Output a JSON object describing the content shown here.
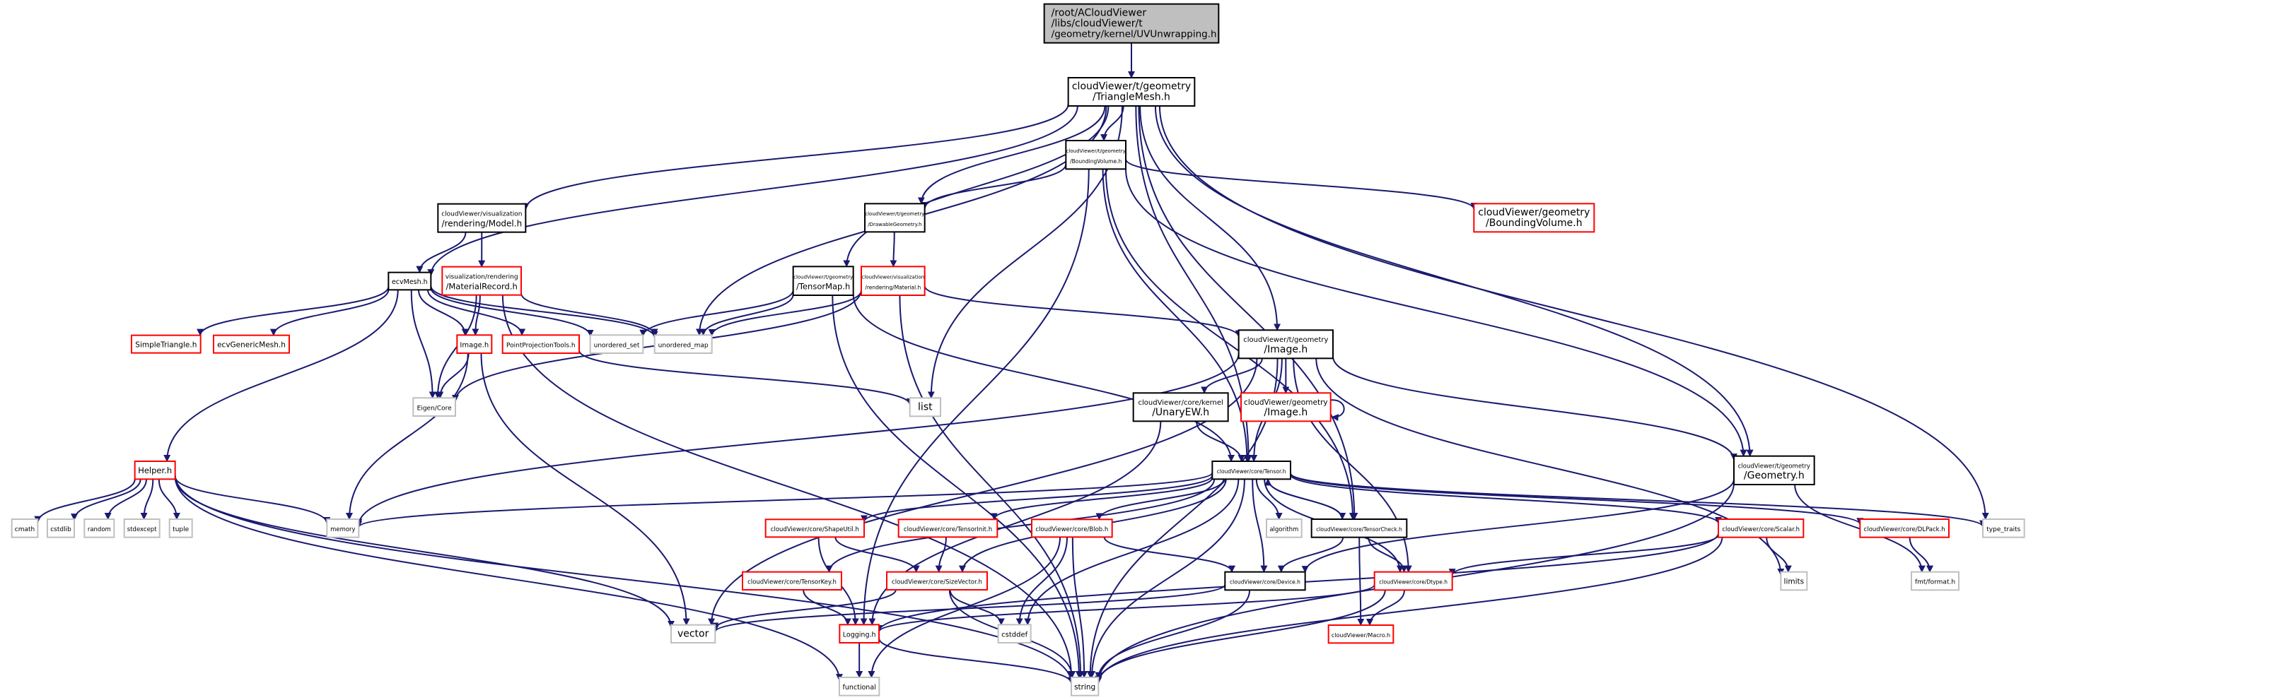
{
  "title": "Include dependency graph for UVUnwrapping.h",
  "colors": {
    "root_fill": "#bfbfbf",
    "root_border": "#000000",
    "documented_border": "#000000",
    "undocumented_border": "#ff0000",
    "system_border": "#bfbfbf",
    "edge": "#191970"
  },
  "nodes": [
    {
      "id": "root",
      "lines": [
        "/root/ACloudViewer",
        "/libs/cloudViewer/t",
        "/geometry/kernel/UVUnwrapping.h"
      ],
      "kind": "root"
    },
    {
      "id": "TriangleMesh",
      "lines": [
        "cloudViewer/t/geometry",
        "/TriangleMesh.h"
      ],
      "kind": "documented"
    },
    {
      "id": "BoundingVolumeT",
      "lines": [
        "cloudViewer/t/geometry",
        "/BoundingVolume.h"
      ],
      "kind": "documented"
    },
    {
      "id": "Model",
      "lines": [
        "cloudViewer/visualization",
        "/rendering/Model.h"
      ],
      "kind": "documented"
    },
    {
      "id": "DrawableGeometry",
      "lines": [
        "cloudViewer/t/geometry",
        "/DrawableGeometry.h"
      ],
      "kind": "documented"
    },
    {
      "id": "BoundingVolumeG",
      "lines": [
        "cloudViewer/geometry",
        "/BoundingVolume.h"
      ],
      "kind": "undocumented"
    },
    {
      "id": "ecvMesh",
      "lines": [
        "ecvMesh.h"
      ],
      "kind": "documented"
    },
    {
      "id": "MaterialRecord",
      "lines": [
        "visualization/rendering",
        "/MaterialRecord.h"
      ],
      "kind": "undocumented"
    },
    {
      "id": "TensorMap",
      "lines": [
        "cloudViewer/t/geometry",
        "/TensorMap.h"
      ],
      "kind": "documented"
    },
    {
      "id": "Material",
      "lines": [
        "cloudViewer/visualization",
        "/rendering/Material.h"
      ],
      "kind": "undocumented"
    },
    {
      "id": "SimpleTriangle",
      "lines": [
        "SimpleTriangle.h"
      ],
      "kind": "undocumented"
    },
    {
      "id": "ecvGenericMesh",
      "lines": [
        "ecvGenericMesh.h"
      ],
      "kind": "undocumented"
    },
    {
      "id": "ImageH",
      "lines": [
        "Image.h"
      ],
      "kind": "undocumented"
    },
    {
      "id": "PointProjectionTools",
      "lines": [
        "PointProjectionTools.h"
      ],
      "kind": "undocumented"
    },
    {
      "id": "unordered_set",
      "lines": [
        "unordered_set"
      ],
      "kind": "system"
    },
    {
      "id": "unordered_map",
      "lines": [
        "unordered_map"
      ],
      "kind": "system"
    },
    {
      "id": "ImageT",
      "lines": [
        "cloudViewer/t/geometry",
        "/Image.h"
      ],
      "kind": "documented"
    },
    {
      "id": "EigenCore",
      "lines": [
        "Eigen/Core"
      ],
      "kind": "system"
    },
    {
      "id": "list",
      "lines": [
        "list"
      ],
      "kind": "system"
    },
    {
      "id": "UnaryEW",
      "lines": [
        "cloudViewer/core/kernel",
        "/UnaryEW.h"
      ],
      "kind": "documented"
    },
    {
      "id": "ImageG",
      "lines": [
        "cloudViewer/geometry",
        "/Image.h"
      ],
      "kind": "undocumented"
    },
    {
      "id": "Helper",
      "lines": [
        "Helper.h"
      ],
      "kind": "undocumented"
    },
    {
      "id": "Tensor",
      "lines": [
        "cloudViewer/core/Tensor.h"
      ],
      "kind": "documented"
    },
    {
      "id": "GeometryT",
      "lines": [
        "cloudViewer/t/geometry",
        "/Geometry.h"
      ],
      "kind": "documented"
    },
    {
      "id": "cmath",
      "lines": [
        "cmath"
      ],
      "kind": "system"
    },
    {
      "id": "cstdlib",
      "lines": [
        "cstdlib"
      ],
      "kind": "system"
    },
    {
      "id": "random",
      "lines": [
        "random"
      ],
      "kind": "system"
    },
    {
      "id": "stdexcept",
      "lines": [
        "stdexcept"
      ],
      "kind": "system"
    },
    {
      "id": "tuple",
      "lines": [
        "tuple"
      ],
      "kind": "system"
    },
    {
      "id": "memory",
      "lines": [
        "memory"
      ],
      "kind": "system"
    },
    {
      "id": "ShapeUtil",
      "lines": [
        "cloudViewer/core/ShapeUtil.h"
      ],
      "kind": "undocumented"
    },
    {
      "id": "TensorInit",
      "lines": [
        "cloudViewer/core/TensorInit.h"
      ],
      "kind": "undocumented"
    },
    {
      "id": "Blob",
      "lines": [
        "cloudViewer/core/Blob.h"
      ],
      "kind": "undocumented"
    },
    {
      "id": "algorithm",
      "lines": [
        "algorithm"
      ],
      "kind": "system"
    },
    {
      "id": "TensorCheck",
      "lines": [
        "cloudViewer/core/TensorCheck.h"
      ],
      "kind": "documented"
    },
    {
      "id": "Scalar",
      "lines": [
        "cloudViewer/core/Scalar.h"
      ],
      "kind": "undocumented"
    },
    {
      "id": "DLPack",
      "lines": [
        "cloudViewer/core/DLPack.h"
      ],
      "kind": "undocumented"
    },
    {
      "id": "type_traits",
      "lines": [
        "type_traits"
      ],
      "kind": "system"
    },
    {
      "id": "TensorKey",
      "lines": [
        "cloudViewer/core/TensorKey.h"
      ],
      "kind": "undocumented"
    },
    {
      "id": "SizeVector",
      "lines": [
        "cloudViewer/core/SizeVector.h"
      ],
      "kind": "undocumented"
    },
    {
      "id": "Device",
      "lines": [
        "cloudViewer/core/Device.h"
      ],
      "kind": "documented"
    },
    {
      "id": "Dtype",
      "lines": [
        "cloudViewer/core/Dtype.h"
      ],
      "kind": "undocumented"
    },
    {
      "id": "limits",
      "lines": [
        "limits"
      ],
      "kind": "system"
    },
    {
      "id": "fmtformat",
      "lines": [
        "fmt/format.h"
      ],
      "kind": "system"
    },
    {
      "id": "vector",
      "lines": [
        "vector"
      ],
      "kind": "system"
    },
    {
      "id": "Logging",
      "lines": [
        "Logging.h"
      ],
      "kind": "undocumented"
    },
    {
      "id": "cstddef",
      "lines": [
        "cstddef"
      ],
      "kind": "system"
    },
    {
      "id": "Macro",
      "lines": [
        "cloudViewer/Macro.h"
      ],
      "kind": "undocumented"
    },
    {
      "id": "functional",
      "lines": [
        "functional"
      ],
      "kind": "system"
    },
    {
      "id": "string",
      "lines": [
        "string"
      ],
      "kind": "system"
    }
  ],
  "edges": [
    [
      "root",
      "TriangleMesh"
    ],
    [
      "TriangleMesh",
      "BoundingVolumeT"
    ],
    [
      "TriangleMesh",
      "Model"
    ],
    [
      "TriangleMesh",
      "DrawableGeometry"
    ],
    [
      "TriangleMesh",
      "ecvMesh"
    ],
    [
      "TriangleMesh",
      "TensorMap"
    ],
    [
      "TriangleMesh",
      "ImageT"
    ],
    [
      "TriangleMesh",
      "Tensor"
    ],
    [
      "TriangleMesh",
      "GeometryT"
    ],
    [
      "TriangleMesh",
      "TensorCheck"
    ],
    [
      "TriangleMesh",
      "list"
    ],
    [
      "TriangleMesh",
      "unordered_map"
    ],
    [
      "TriangleMesh",
      "type_traits"
    ],
    [
      "BoundingVolumeT",
      "DrawableGeometry"
    ],
    [
      "BoundingVolumeT",
      "BoundingVolumeG"
    ],
    [
      "BoundingVolumeT",
      "Tensor"
    ],
    [
      "BoundingVolumeT",
      "GeometryT"
    ],
    [
      "BoundingVolumeT",
      "TensorCheck"
    ],
    [
      "BoundingVolumeT",
      "Logging"
    ],
    [
      "Model",
      "ecvMesh"
    ],
    [
      "Model",
      "MaterialRecord"
    ],
    [
      "DrawableGeometry",
      "Material"
    ],
    [
      "ecvMesh",
      "SimpleTriangle"
    ],
    [
      "ecvMesh",
      "ecvGenericMesh"
    ],
    [
      "ecvMesh",
      "ImageH"
    ],
    [
      "ecvMesh",
      "PointProjectionTools"
    ],
    [
      "ecvMesh",
      "unordered_set"
    ],
    [
      "ecvMesh",
      "unordered_map"
    ],
    [
      "ecvMesh",
      "EigenCore"
    ],
    [
      "ecvMesh",
      "Helper"
    ],
    [
      "MaterialRecord",
      "ImageH"
    ],
    [
      "MaterialRecord",
      "EigenCore"
    ],
    [
      "MaterialRecord",
      "unordered_map"
    ],
    [
      "MaterialRecord",
      "string"
    ],
    [
      "TensorMap",
      "unordered_set"
    ],
    [
      "TensorMap",
      "unordered_map"
    ],
    [
      "TensorMap",
      "Tensor"
    ],
    [
      "TensorMap",
      "string"
    ],
    [
      "Material",
      "ImageT"
    ],
    [
      "Material",
      "unordered_map"
    ],
    [
      "Material",
      "EigenCore"
    ],
    [
      "Material",
      "string"
    ],
    [
      "ImageH",
      "EigenCore"
    ],
    [
      "ImageH",
      "memory"
    ],
    [
      "ImageH",
      "vector"
    ],
    [
      "PointProjectionTools",
      "list"
    ],
    [
      "ImageT",
      "UnaryEW"
    ],
    [
      "ImageT",
      "ImageG"
    ],
    [
      "ImageT",
      "Tensor"
    ],
    [
      "ImageT",
      "GeometryT"
    ],
    [
      "ImageT",
      "Dtype"
    ],
    [
      "ImageT",
      "memory"
    ],
    [
      "ImageT",
      "vector"
    ],
    [
      "ImageT",
      "limits"
    ],
    [
      "ImageT",
      "string"
    ],
    [
      "ImageG",
      "ImageG"
    ],
    [
      "UnaryEW",
      "Tensor"
    ],
    [
      "UnaryEW",
      "Logging"
    ],
    [
      "Helper",
      "cmath"
    ],
    [
      "Helper",
      "cstdlib"
    ],
    [
      "Helper",
      "random"
    ],
    [
      "Helper",
      "stdexcept"
    ],
    [
      "Helper",
      "tuple"
    ],
    [
      "Helper",
      "memory"
    ],
    [
      "Helper",
      "vector"
    ],
    [
      "Helper",
      "string"
    ],
    [
      "Helper",
      "functional"
    ],
    [
      "Tensor",
      "ShapeUtil"
    ],
    [
      "Tensor",
      "TensorInit"
    ],
    [
      "Tensor",
      "Blob"
    ],
    [
      "Tensor",
      "algorithm"
    ],
    [
      "Tensor",
      "TensorCheck"
    ],
    [
      "Tensor",
      "Scalar"
    ],
    [
      "Tensor",
      "DLPack"
    ],
    [
      "Tensor",
      "type_traits"
    ],
    [
      "Tensor",
      "TensorKey"
    ],
    [
      "Tensor",
      "SizeVector"
    ],
    [
      "Tensor",
      "Device"
    ],
    [
      "Tensor",
      "Dtype"
    ],
    [
      "Tensor",
      "memory"
    ],
    [
      "Tensor",
      "cstddef"
    ],
    [
      "Tensor",
      "string"
    ],
    [
      "GeometryT",
      "Device"
    ],
    [
      "GeometryT",
      "fmtformat"
    ],
    [
      "GeometryT",
      "string"
    ],
    [
      "ShapeUtil",
      "SizeVector"
    ],
    [
      "ShapeUtil",
      "Logging"
    ],
    [
      "TensorInit",
      "SizeVector"
    ],
    [
      "Blob",
      "Device"
    ],
    [
      "Blob",
      "cstddef"
    ],
    [
      "Blob",
      "string"
    ],
    [
      "Blob",
      "functional"
    ],
    [
      "TensorCheck",
      "Tensor"
    ],
    [
      "TensorCheck",
      "Device"
    ],
    [
      "TensorCheck",
      "Dtype"
    ],
    [
      "TensorCheck",
      "Macro"
    ],
    [
      "Scalar",
      "Dtype"
    ],
    [
      "Scalar",
      "limits"
    ],
    [
      "Scalar",
      "Logging"
    ],
    [
      "Scalar",
      "string"
    ],
    [
      "DLPack",
      "fmtformat"
    ],
    [
      "TensorKey",
      "Logging"
    ],
    [
      "SizeVector",
      "vector"
    ],
    [
      "SizeVector",
      "cstddef"
    ],
    [
      "SizeVector",
      "string"
    ],
    [
      "Device",
      "vector"
    ],
    [
      "Device",
      "string"
    ],
    [
      "Dtype",
      "Macro"
    ],
    [
      "Dtype",
      "Logging"
    ],
    [
      "Dtype",
      "string"
    ],
    [
      "Logging",
      "functional"
    ],
    [
      "Logging",
      "string"
    ]
  ]
}
